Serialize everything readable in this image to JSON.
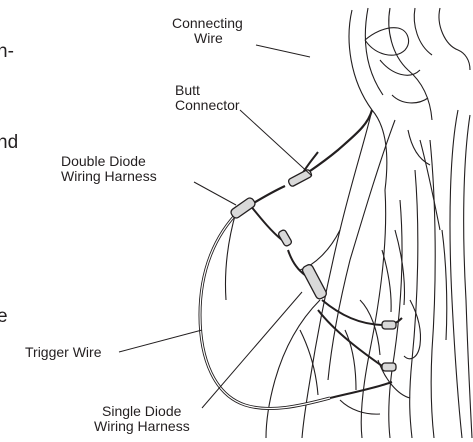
{
  "labels": {
    "connecting_wire_line1": "Connecting",
    "connecting_wire_line2": "Wire",
    "butt_connector_line1": "Butt",
    "butt_connector_line2": "Connector",
    "double_diode_line1": "Double Diode",
    "double_diode_line2": "Wiring Harness",
    "trigger_wire": "Trigger Wire",
    "single_diode_line1": "Single Diode",
    "single_diode_line2": "Wiring Harness"
  },
  "cropped_text_left": [
    "n-",
    "nd",
    "e"
  ],
  "colors": {
    "line": "#231f20",
    "wire_fill": "#d9d9d9",
    "background": "#ffffff"
  }
}
